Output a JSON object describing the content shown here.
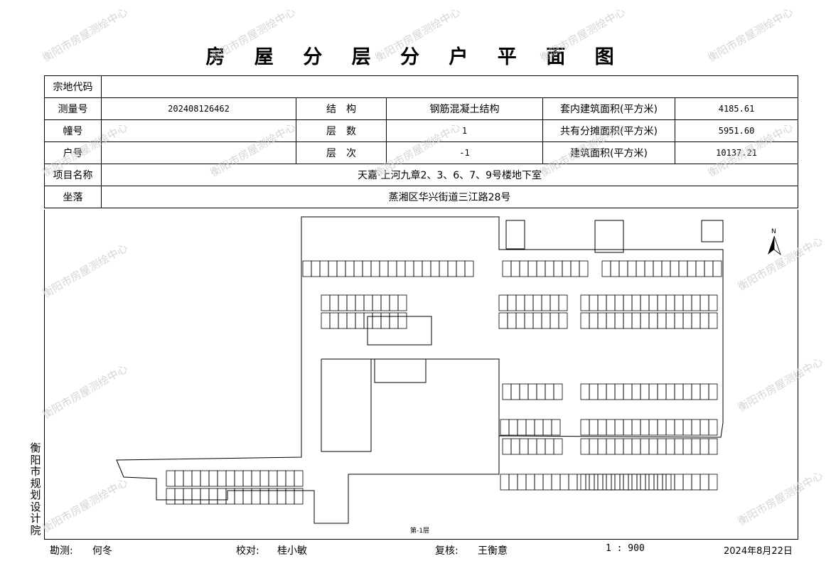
{
  "title": "房 屋 分 层 分 户 平 面 图",
  "table": {
    "parcel_code_label": "宗地代码",
    "parcel_code_value": "",
    "survey_no_label": "测量号",
    "survey_no_value": "202408126462",
    "structure_label": "结　构",
    "structure_value": "钢筋混凝土结构",
    "inner_area_label": "套内建筑面积(平方米)",
    "inner_area_value": "4185.61",
    "building_no_label": "幢号",
    "building_no_value": "",
    "floors_label": "层　数",
    "floors_value": "1",
    "shared_area_label": "共有分摊面积(平方米)",
    "shared_area_value": "5951.60",
    "unit_no_label": "户号",
    "unit_no_value": "",
    "floor_level_label": "层　次",
    "floor_level_value": "-1",
    "building_area_label": "建筑面积(平方米)",
    "building_area_value": "10137.21",
    "project_label": "项目名称",
    "project_value": "天嘉·上河九章2、3、6、7、9号楼地下室",
    "location_label": "坐落",
    "location_value": "蒸湘区华兴街道三江路28号"
  },
  "plan": {
    "floor_caption": "第-1层",
    "north_label": "N"
  },
  "side_text": "衡阳市规划设计院",
  "footer": {
    "surveyor_label": "勘测:",
    "surveyor_name": "何冬",
    "checker_label": "校对:",
    "checker_name": "桂小敏",
    "reviewer_label": "复核:",
    "reviewer_name": "王衡意",
    "scale": "1 : 900",
    "date": "2024年8月22日"
  },
  "watermark": "衡阳市房屋测绘中心",
  "colors": {
    "line": "#000000",
    "watermark": "#c8c8c8"
  }
}
